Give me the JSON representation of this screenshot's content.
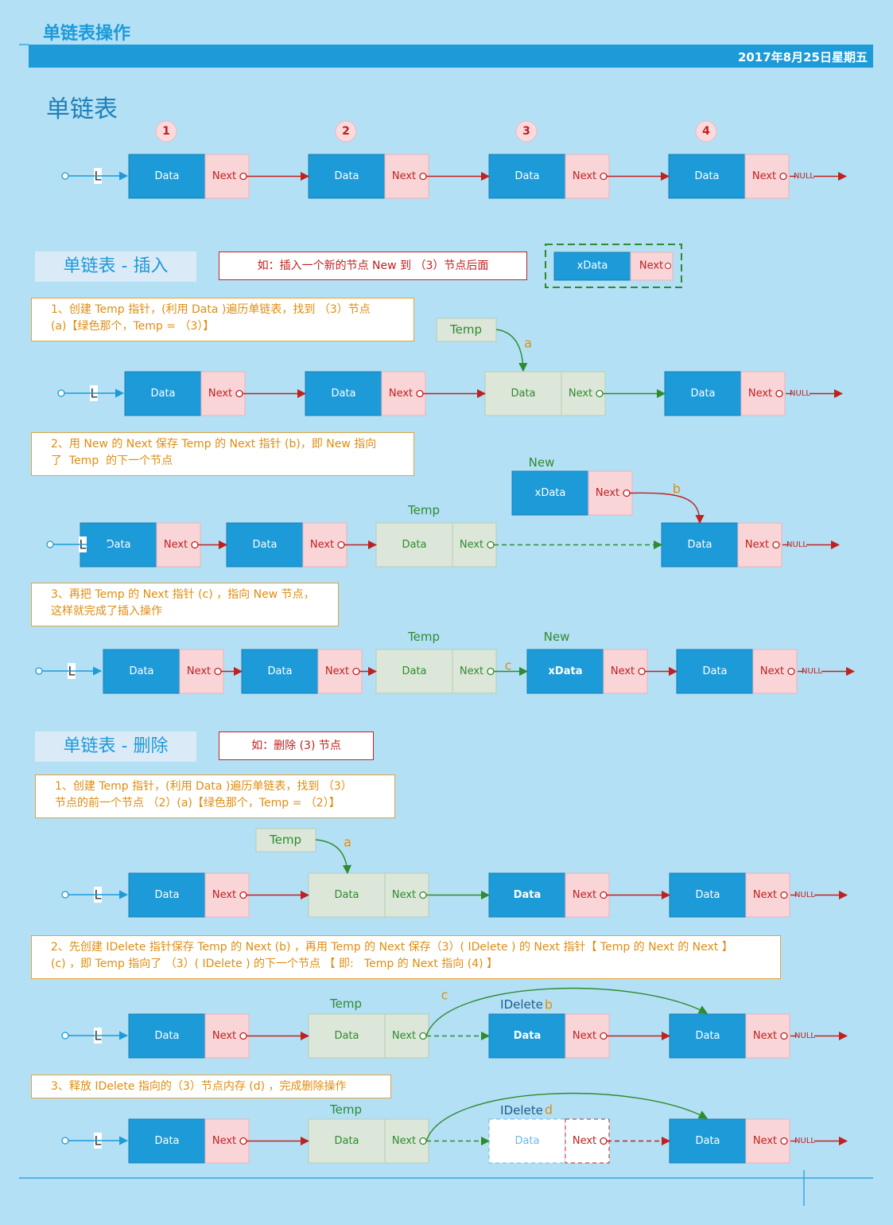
{
  "header": {
    "title": "单链表操作",
    "date": "2017年8月25日星期五"
  },
  "labels": {
    "data": "Data",
    "next": "Next",
    "null": "NULL",
    "xdata": "xData",
    "list_head": "L",
    "temp": "Temp",
    "new": "New",
    "idelete": "IDelete"
  },
  "section_main": {
    "title": "单链表"
  },
  "nodes_numbers": [
    "1",
    "2",
    "3",
    "4"
  ],
  "insert": {
    "title": "单链表 - 插入",
    "example": "如：插入一个新的节点 New 到 （3）节点后面",
    "step1": "1、创建 Temp 指针，(利用 Data )遍历单链表，找到 （3）节点\n(a)【绿色那个，Temp = （3）】",
    "step2": "2、用 New 的 Next 保存 Temp 的 Next 指针 (b)，即 New 指向\n了  Temp  的下一个节点",
    "step3": "3、再把 Temp 的 Next 指针 (c) ，指向 New 节点，\n这样就完成了插入操作",
    "marks": {
      "a": "a",
      "b": "b",
      "c": "c"
    }
  },
  "delete": {
    "title": "单链表 - 删除",
    "example": "如：删除 (3) 节点",
    "step1": "1、创建 Temp 指针，(利用 Data )遍历单链表，找到 （3）\n节点的前一个节点 （2）(a)【绿色那个，Temp = （2）】",
    "step2": "2、先创建 IDelete 指针保存 Temp 的 Next (b) ，再用 Temp 的 Next 保存（3）( IDelete ) 的 Next 指针【 Temp 的 Next 的 Next 】\n(c) ，即 Temp 指向了 （3）( IDelete ) 的下一个节点 【 即:   Temp 的 Next 指向 (4) 】",
    "step3": "3、释放 IDelete 指向的（3）节点内存 (d) ，完成删除操作",
    "marks": {
      "a": "a",
      "b": "b",
      "c": "c",
      "d": "d"
    }
  },
  "colors": {
    "blue": "#1d9ad8",
    "pink": "#f9d5d8",
    "green_fill": "#dce7d9",
    "red": "#c0211f",
    "green": "#2e8b2e",
    "orange": "#e08d10",
    "bg": "#b3e0f5"
  }
}
